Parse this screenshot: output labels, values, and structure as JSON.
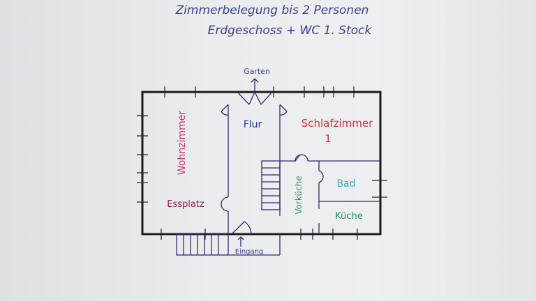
{
  "title": {
    "line1": "Zimmerbelegung bis 2 Personen",
    "line2": "Erdgeschoss + WC 1. Stock"
  },
  "labels": {
    "garten": "Garten",
    "eingang": "Eingang",
    "wohnzimmer": "Wohnzimmer",
    "essplatz": "Essplatz",
    "flur": "Flur",
    "schlafzimmer": "Schlafzimmer",
    "schlafzimmer_num": "1",
    "vorkueche": "Vorküche",
    "bad": "Bad",
    "kueche": "Küche"
  },
  "colors": {
    "ink": "#3a3f8a",
    "wall": "#1a1a1a",
    "wohnzimmer": "#d6336c",
    "essplatz": "#9b1b4e",
    "flur": "#1f3c9a",
    "schlafzimmer": "#d62d3a",
    "bad": "#3aa7c9",
    "kueche": "#2f8f5a"
  }
}
